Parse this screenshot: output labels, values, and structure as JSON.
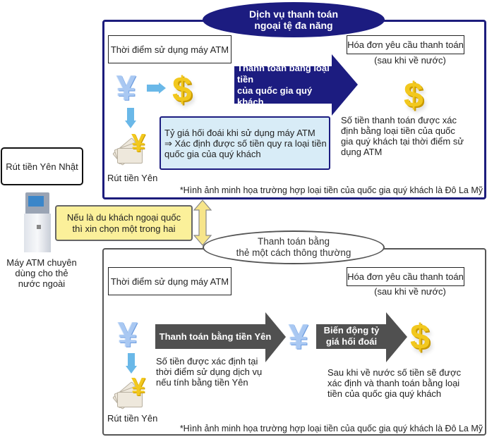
{
  "left": {
    "withdraw_box": "Rút tiền Yên Nhật",
    "atm_caption": [
      "Máy ATM chuyên",
      "dùng cho thẻ",
      "nước ngoài"
    ],
    "choice_box": [
      "Nếu là du khách ngoại quốc",
      "thì xin chọn một trong hai"
    ]
  },
  "top_panel": {
    "title": [
      "Dịch vụ thanh toán",
      "ngoại tệ đa năng"
    ],
    "atm_time_label": "Thời điểm sử dụng máy ATM",
    "invoice_label": "Hóa đơn yêu cầu thanh toán",
    "invoice_sub": "(sau khi về nước)",
    "arrow_label": [
      "Thanh toán bằng loại tiền",
      "của quốc gia quý khách"
    ],
    "rate_box": [
      "Tỷ giá hối đoái khi sử dụng máy ATM",
      "⇒ Xác định được số tiền quy ra loại tiền",
      "quốc gia của quý khách"
    ],
    "result_text": [
      "Số tiền thanh toán được xác",
      "định bằng loại tiền của quốc",
      "gia quý khách tại thời điểm sử",
      "dụng ATM"
    ],
    "withdraw_caption": "Rút tiền Yên",
    "footnote": "*Hình ảnh minh họa trường hợp loại tiền của quốc gia quý khách là Đô La Mỹ"
  },
  "bottom_panel": {
    "title": [
      "Thanh toán bằng",
      "thẻ một cách thông thường"
    ],
    "atm_time_label": "Thời điểm sử dụng máy ATM",
    "invoice_label": "Hóa đơn yêu cầu thanh toán",
    "invoice_sub": "(sau khi về nước)",
    "arrow1_label": "Thanh toán bằng tiền Yên",
    "arrow2_label": [
      "Biến động tỷ",
      "giá hối đoái"
    ],
    "text1": [
      "Số tiền được xác định tại",
      "thời điểm sử dụng dịch vụ",
      "nếu tính bằng tiền Yên"
    ],
    "text2": [
      "Sau khi về nước số tiền sẽ được",
      "xác định và thanh toán bằng loại",
      "tiền của quốc gia quý khách"
    ],
    "withdraw_caption": "Rút tiền Yên",
    "footnote": "*Hình ảnh minh họa trường hợp loại tiền của quốc gia quý khách là Đô La Mỹ"
  },
  "icons": {
    "yen": "yen-icon",
    "dollar": "dollar-icon",
    "money": "yen-banknotes-icon",
    "atm": "atm-machine-icon"
  },
  "symbols": {
    "yen": "¥",
    "dollar": "$"
  },
  "colors": {
    "navy": "#1c1c80",
    "gray_arrow": "#505050",
    "light_blue": "#d8ecf7",
    "yellow": "#fbf09a",
    "gold": "#f2c81e"
  }
}
